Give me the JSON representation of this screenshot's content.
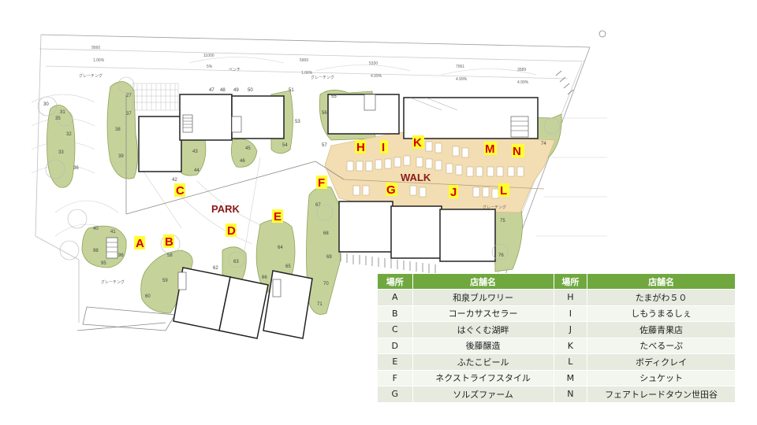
{
  "map": {
    "areas": {
      "park": "PARK",
      "walk": "WALK"
    },
    "markers": [
      "A",
      "B",
      "C",
      "D",
      "E",
      "F",
      "G",
      "H",
      "I",
      "J",
      "K",
      "L",
      "M",
      "N"
    ],
    "unit_numbers": [
      "27",
      "30",
      "31",
      "32",
      "33",
      "35",
      "36",
      "37",
      "38",
      "39",
      "40",
      "41",
      "42",
      "43",
      "44",
      "45",
      "46",
      "47",
      "48",
      "49",
      "50",
      "51",
      "53",
      "54",
      "55",
      "56",
      "57",
      "58",
      "59",
      "60",
      "62",
      "63",
      "64",
      "65",
      "66",
      "67",
      "68",
      "69",
      "70",
      "71",
      "74",
      "75",
      "76",
      "95",
      "96",
      "98"
    ],
    "dimensions": [
      "9560",
      "11000",
      "5900",
      "5330",
      "7061",
      "3589",
      "1.06%",
      "1.06%",
      "5%",
      "4.99%",
      "4.99%",
      "4.99%"
    ],
    "notes": [
      "ベンチ",
      "グレーチング",
      "グレーチング",
      "グレーチング",
      "グレーチング"
    ]
  },
  "legend": {
    "headers": [
      "場所",
      "店舗名",
      "場所",
      "店舗名"
    ],
    "rows": [
      {
        "k1": "A",
        "n1": "和泉ブルワリー",
        "k2": "H",
        "n2": "たまがわ５０"
      },
      {
        "k1": "B",
        "n1": "コーカサスセラー",
        "k2": "I",
        "n2": "しもうまるしぇ"
      },
      {
        "k1": "C",
        "n1": "はぐくむ湖畔",
        "k2": "J",
        "n2": "佐藤青果店"
      },
      {
        "k1": "D",
        "n1": "後藤醸造",
        "k2": "K",
        "n2": "たべるーぷ"
      },
      {
        "k1": "E",
        "n1": "ふたこビール",
        "k2": "L",
        "n2": "ボディクレイ"
      },
      {
        "k1": "F",
        "n1": "ネクストライフスタイル",
        "k2": "M",
        "n2": "シュケット"
      },
      {
        "k1": "G",
        "n1": "ソルズファーム",
        "k2": "N",
        "n2": "フェアトレードタウン世田谷"
      }
    ]
  },
  "colors": {
    "green_area": "#c5d39a",
    "walk_area": "#f3ddb3",
    "marker_bg": "#ffff33",
    "marker_text": "#d40000",
    "header_bg": "#70a83f"
  }
}
